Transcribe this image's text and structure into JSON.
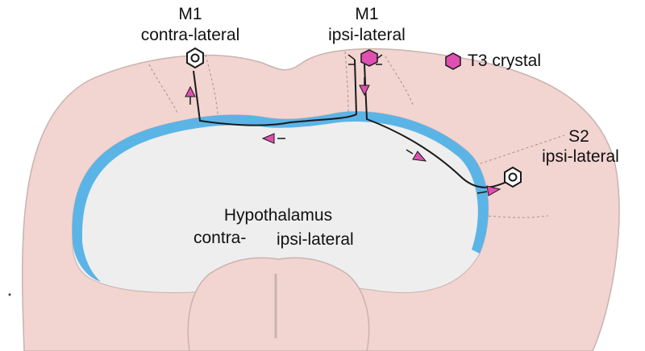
{
  "labels": {
    "m1_contra_title": "M1",
    "m1_contra_sub": "contra-lateral",
    "m1_ipsi_title": "M1",
    "m1_ipsi_sub": "ipsi-lateral",
    "legend_text": "T3 crystal",
    "s2_title": "S2",
    "s2_sub": "ipsi-lateral",
    "hypo_title": "Hypothalamus",
    "hypo_contra": "contra-",
    "hypo_ipsi": "ipsi-lateral"
  },
  "colors": {
    "cortex_fill": "#f2d4d0",
    "inner_fill": "#eeeeee",
    "corpus_callosum": "#5bb4e6",
    "outline": "#c9b3b0",
    "axon": "#1a1a1a",
    "arrow_fill": "#e04fb2",
    "t3_crystal": "#e04fb2",
    "text": "#111111"
  },
  "icons": {
    "neuron_soma": "hexagon-ring-icon",
    "t3_crystal": "magenta-hexagon-icon",
    "direction_arrow": "magenta-arrow-icon"
  }
}
